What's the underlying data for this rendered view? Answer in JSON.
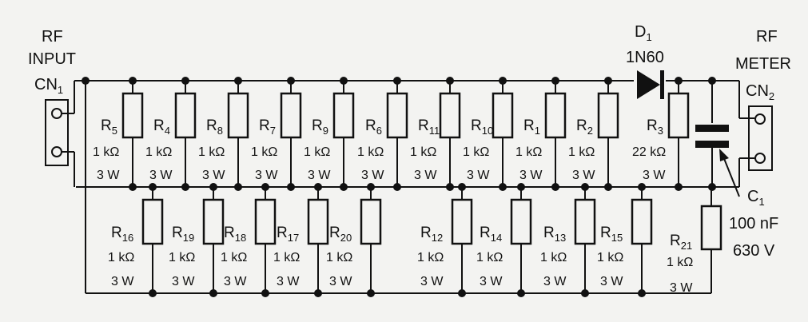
{
  "input_label": {
    "line1": "RF",
    "line2": "INPUT",
    "connector": "CN",
    "connector_sub": "1"
  },
  "output_label": {
    "line1": "RF",
    "line2": "METER",
    "connector": "CN",
    "connector_sub": "2"
  },
  "diode": {
    "name": "D",
    "sub": "1",
    "part": "1N60"
  },
  "capacitor": {
    "name": "C",
    "sub": "1",
    "value": "100 nF",
    "voltage": "630 V"
  },
  "upper_resistors": [
    {
      "sub": "5",
      "value": "1 kΩ",
      "power": "3 W"
    },
    {
      "sub": "4",
      "value": "1 kΩ",
      "power": "3 W"
    },
    {
      "sub": "8",
      "value": "1 kΩ",
      "power": "3 W"
    },
    {
      "sub": "7",
      "value": "1 kΩ",
      "power": "3 W"
    },
    {
      "sub": "9",
      "value": "1 kΩ",
      "power": "3 W"
    },
    {
      "sub": "6",
      "value": "1 kΩ",
      "power": "3 W"
    },
    {
      "sub": "11",
      "value": "1 kΩ",
      "power": "3 W"
    },
    {
      "sub": "10",
      "value": "1 kΩ",
      "power": "3 W"
    },
    {
      "sub": "1",
      "value": "1 kΩ",
      "power": "3 W"
    },
    {
      "sub": "2",
      "value": "1 kΩ",
      "power": "3 W"
    },
    {
      "sub": "3",
      "value": "22 kΩ",
      "power": "3 W"
    }
  ],
  "lower_resistors": [
    {
      "sub": "16",
      "value": "1 kΩ",
      "power": "3 W"
    },
    {
      "sub": "19",
      "value": "1 kΩ",
      "power": "3 W"
    },
    {
      "sub": "18",
      "value": "1 kΩ",
      "power": "3 W"
    },
    {
      "sub": "17",
      "value": "1 kΩ",
      "power": "3 W"
    },
    {
      "sub": "20",
      "value": "1 kΩ",
      "power": "3 W"
    },
    {
      "sub": "12",
      "value": "1 kΩ",
      "power": "3 W"
    },
    {
      "sub": "14",
      "value": "1 kΩ",
      "power": "3 W"
    },
    {
      "sub": "13",
      "value": "1 kΩ",
      "power": "3 W"
    },
    {
      "sub": "15",
      "value": "1 kΩ",
      "power": "3 W"
    },
    {
      "sub": "21",
      "value": "1 kΩ",
      "power": "3 W"
    }
  ],
  "resistor_prefix": "R",
  "colors": {
    "ink": "#111111",
    "paper": "#f3f3f1"
  }
}
